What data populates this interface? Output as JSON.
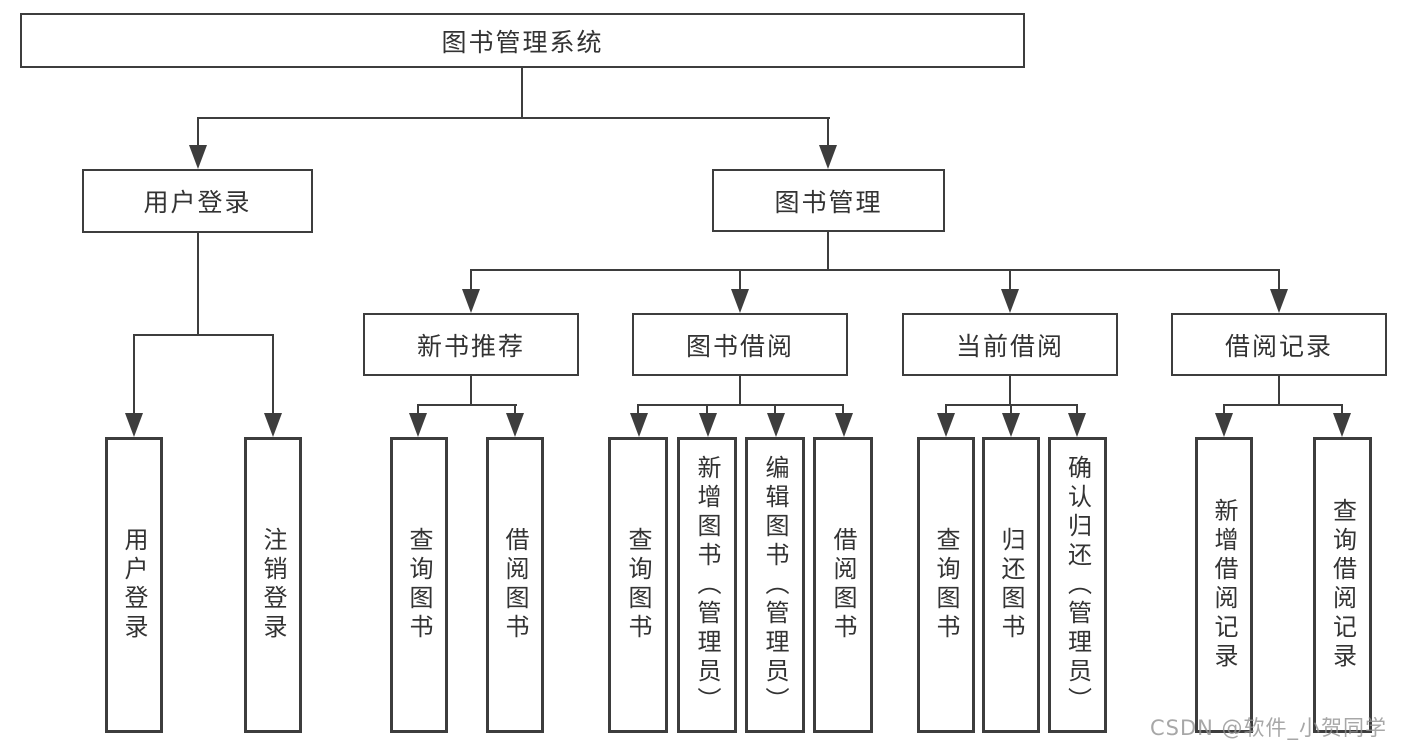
{
  "diagram_title": "图书管理系统",
  "nodes": {
    "root": "图书管理系统",
    "l2_user_login": "用户登录",
    "l2_book_management": "图书管理",
    "l3_new_book_recommend": "新书推荐",
    "l3_book_borrowing": "图书借阅",
    "l3_current_borrowing": "当前借阅",
    "l3_borrow_records": "借阅记录",
    "leaf_user_login": "用户登录",
    "leaf_logout": "注销登录",
    "leaf_nbr_query_books": "查询图书",
    "leaf_nbr_borrow_books": "借阅图书",
    "leaf_bb_query_books": "查询图书",
    "leaf_bb_add_books_admin": "新增图书（管理员）",
    "leaf_bb_edit_books_admin": "编辑图书（管理员）",
    "leaf_bb_borrow_books": "借阅图书",
    "leaf_cb_query_books": "查询图书",
    "leaf_cb_return_books": "归还图书",
    "leaf_cb_confirm_return_admin": "确认归还（管理员）",
    "leaf_br_add_record": "新增借阅记录",
    "leaf_br_query_record": "查询借阅记录"
  },
  "edges": [
    {
      "parent": "root",
      "children": [
        "l2_user_login",
        "l2_book_management"
      ]
    },
    {
      "parent": "l2_user_login",
      "children": [
        "leaf_user_login",
        "leaf_logout"
      ]
    },
    {
      "parent": "l2_book_management",
      "children": [
        "l3_new_book_recommend",
        "l3_book_borrowing",
        "l3_current_borrowing",
        "l3_borrow_records"
      ]
    },
    {
      "parent": "l3_new_book_recommend",
      "children": [
        "leaf_nbr_query_books",
        "leaf_nbr_borrow_books"
      ]
    },
    {
      "parent": "l3_book_borrowing",
      "children": [
        "leaf_bb_query_books",
        "leaf_bb_add_books_admin",
        "leaf_bb_edit_books_admin",
        "leaf_bb_borrow_books"
      ]
    },
    {
      "parent": "l3_current_borrowing",
      "children": [
        "leaf_cb_query_books",
        "leaf_cb_return_books",
        "leaf_cb_confirm_return_admin"
      ]
    },
    {
      "parent": "l3_borrow_records",
      "children": [
        "leaf_br_add_record",
        "leaf_br_query_record"
      ]
    }
  ],
  "watermark": "CSDN @软件_小贺同学",
  "colors": {
    "line": "#3d3d3d",
    "text": "#333333",
    "background": "#ffffff",
    "watermark": "#919191"
  }
}
